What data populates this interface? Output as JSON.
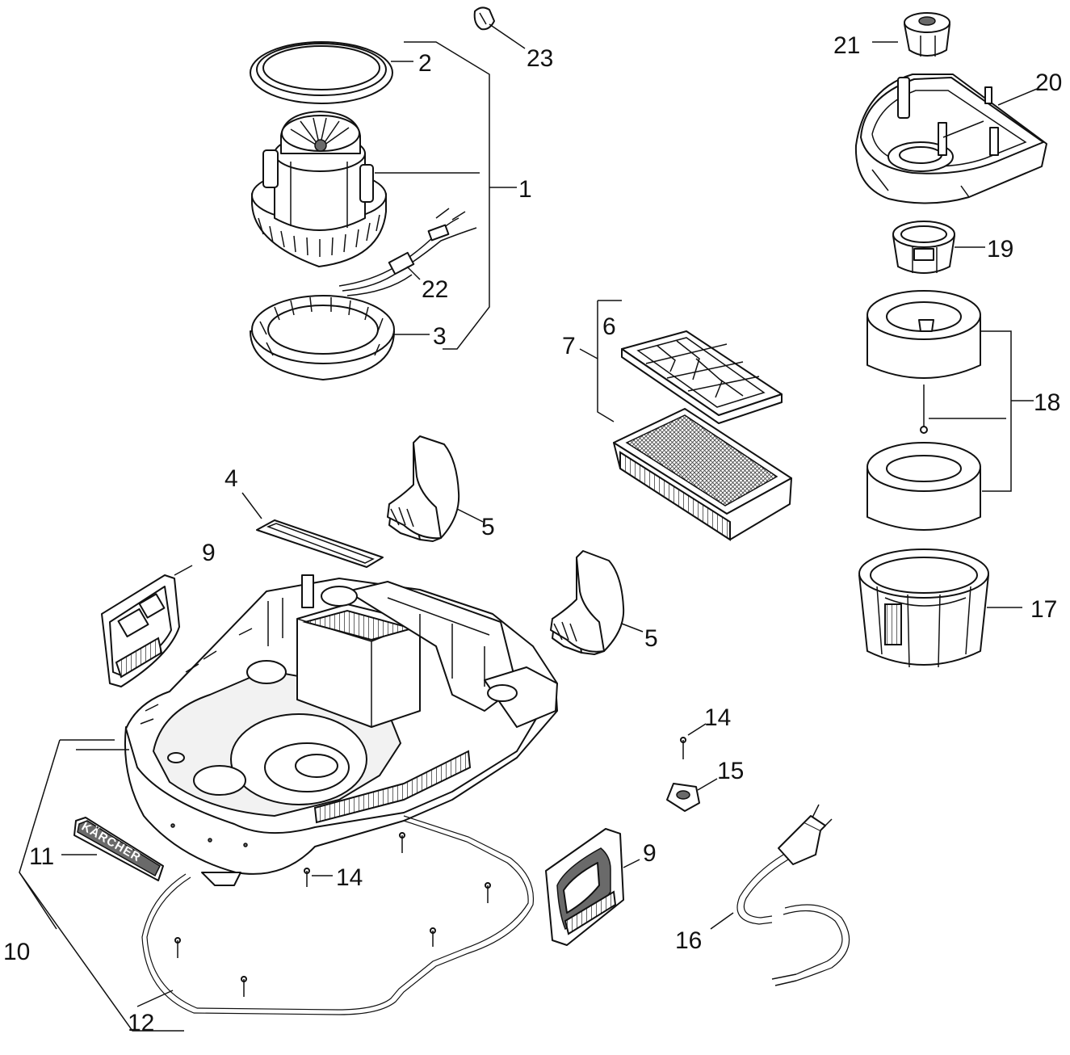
{
  "diagram": {
    "callouts": [
      {
        "id": "c1",
        "text": "1"
      },
      {
        "id": "c2",
        "text": "2"
      },
      {
        "id": "c3",
        "text": "3"
      },
      {
        "id": "c4",
        "text": "4"
      },
      {
        "id": "c5a",
        "text": "5"
      },
      {
        "id": "c5b",
        "text": "5"
      },
      {
        "id": "c6",
        "text": "6"
      },
      {
        "id": "c7",
        "text": "7"
      },
      {
        "id": "c9a",
        "text": "9"
      },
      {
        "id": "c9b",
        "text": "9"
      },
      {
        "id": "c10",
        "text": "10"
      },
      {
        "id": "c11",
        "text": "11"
      },
      {
        "id": "c12",
        "text": "12"
      },
      {
        "id": "c14a",
        "text": "14"
      },
      {
        "id": "c14b",
        "text": "14"
      },
      {
        "id": "c15",
        "text": "15"
      },
      {
        "id": "c16",
        "text": "16"
      },
      {
        "id": "c17",
        "text": "17"
      },
      {
        "id": "c18",
        "text": "18"
      },
      {
        "id": "c19",
        "text": "19"
      },
      {
        "id": "c20",
        "text": "20"
      },
      {
        "id": "c21",
        "text": "21"
      },
      {
        "id": "c22",
        "text": "22"
      },
      {
        "id": "c23",
        "text": "23"
      }
    ],
    "logo_text": "KÄRCHER"
  }
}
